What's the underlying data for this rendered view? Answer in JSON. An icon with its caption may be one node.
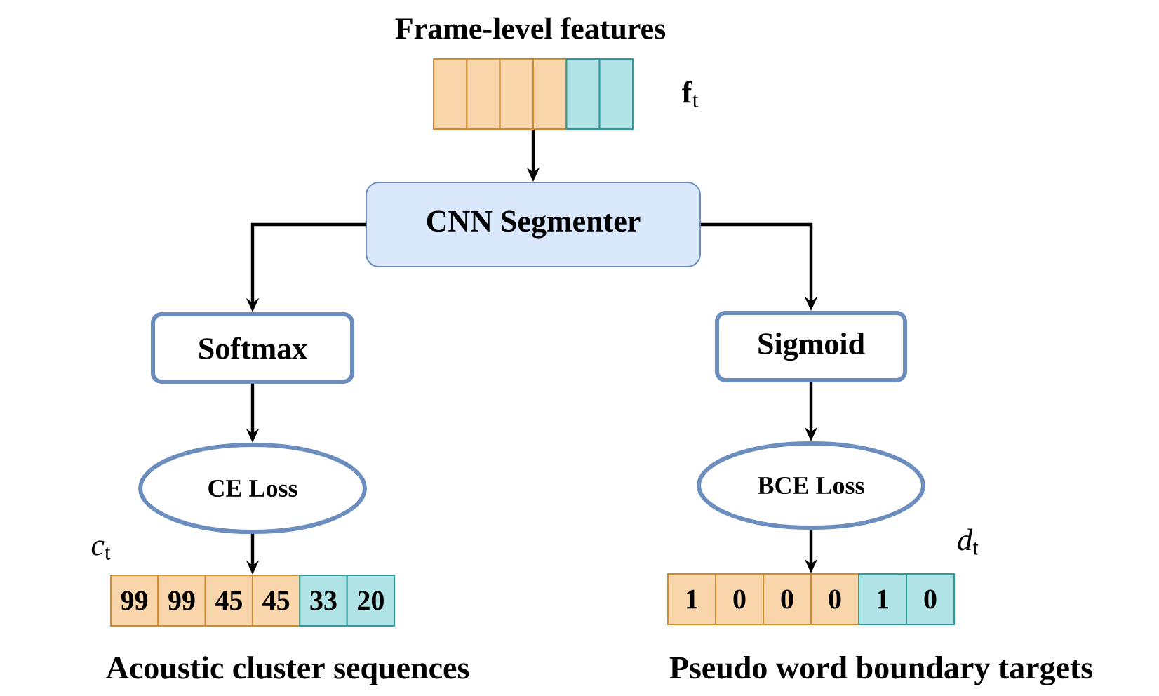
{
  "diagram": {
    "nodes": [
      {
        "text": [],
        "shape": "bar",
        "beside": [
          "Frame-level features",
          "**f**$_{t}$"
        ]
      },
      {
        "text": [
          "CNN Segmenter"
        ]
      },
      {
        "text": [
          "Softmax"
        ]
      },
      {
        "text": [
          "Sigmoid"
        ]
      },
      {
        "text": [
          "CE Loss"
        ]
      },
      {
        "text": [
          "BCE Loss"
        ]
      },
      {
        "text": [],
        "shape": "bar",
        "beside": [
          "*c*$_{t}$",
          "Acoustic cluster sequences"
        ]
      },
      {
        "text": [
          "99"
        ],
        "in": 6
      },
      {
        "text": [
          "99"
        ],
        "in": 6
      },
      {
        "text": [
          "45"
        ],
        "in": 6
      },
      {
        "text": [
          "45"
        ],
        "in": 6
      },
      {
        "text": [
          "33"
        ],
        "in": 6
      },
      {
        "text": [
          "20"
        ],
        "in": 6
      },
      {
        "text": [],
        "shape": "bar",
        "beside": [
          "*d*$_{t}$",
          "Pseudo word boundary targets"
        ]
      },
      {
        "text": [
          "1"
        ],
        "in": 13
      },
      {
        "text": [
          "0"
        ],
        "in": 13
      },
      {
        "text": [
          "0"
        ],
        "in": 13
      },
      {
        "text": [
          "0"
        ],
        "in": 13
      },
      {
        "text": [
          "1"
        ],
        "in": 13
      },
      {
        "text": [
          "0"
        ],
        "in": 13
      }
    ],
    "edges": [
      {
        "from": 0,
        "to": 1,
        "arrow": "to"
      },
      {
        "from": 1,
        "to": 2,
        "arrow": "to"
      },
      {
        "from": 1,
        "to": 3,
        "arrow": "to"
      },
      {
        "from": 2,
        "to": 4,
        "arrow": "to"
      },
      {
        "from": 3,
        "to": 5,
        "arrow": "to"
      },
      {
        "from": 4,
        "to": 6,
        "arrow": "to"
      },
      {
        "from": 5,
        "to": 13,
        "arrow": "to"
      }
    ]
  }
}
